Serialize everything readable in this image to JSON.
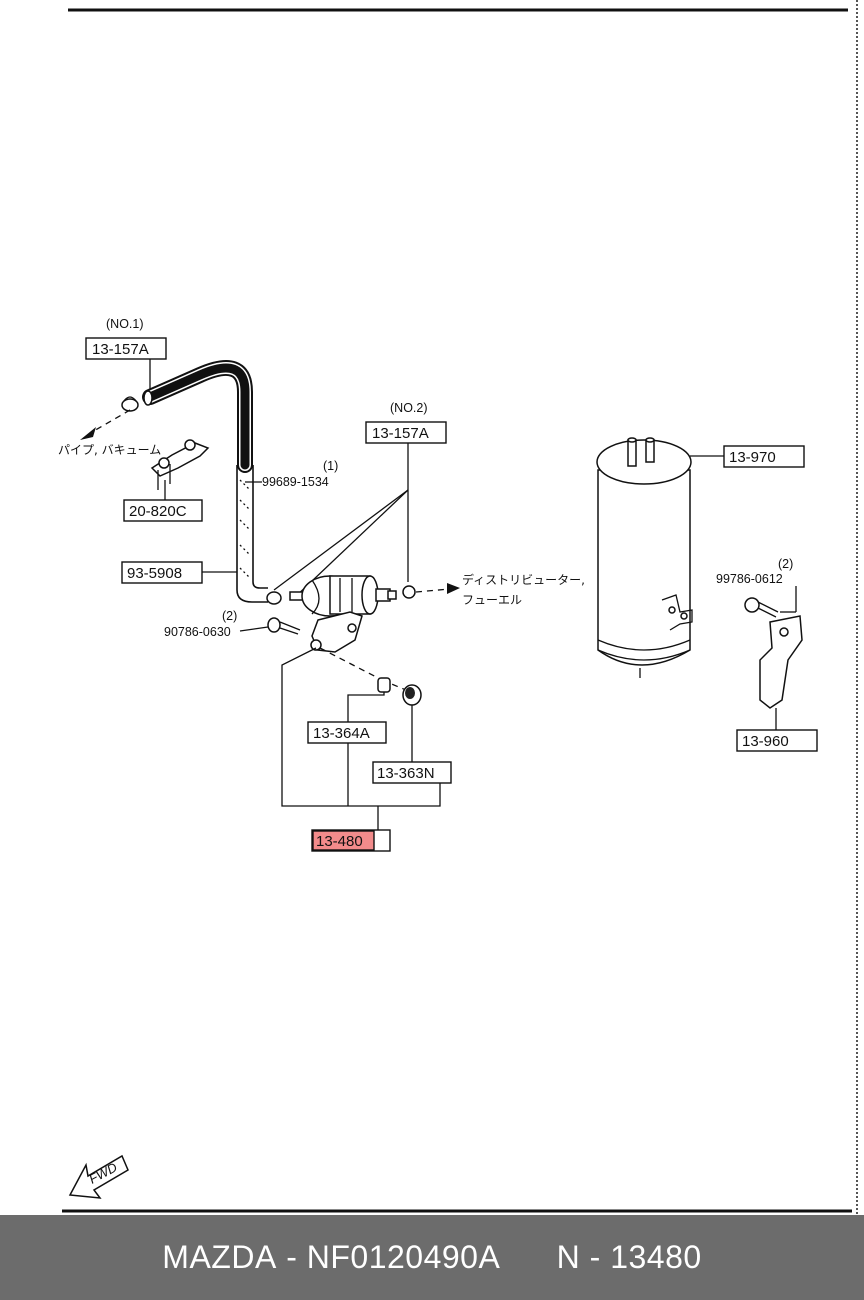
{
  "labels": {
    "no1": "(NO.1)",
    "no2": "(NO.2)",
    "clip1": "13-157A",
    "clip2": "13-157A",
    "bracket": "20-820C",
    "hose_pn": "99689-1534",
    "hose_qty": "(1)",
    "hose_label": "93-5908",
    "bolt1_qty": "(2)",
    "bolt1_pn": "90786-0630",
    "canister": "13-970",
    "bolt2_qty": "(2)",
    "bolt2_pn": "99786-0612",
    "canister_bracket": "13-960",
    "spacer": "13-364A",
    "cushion": "13-363N",
    "filter_highlight": "13-480",
    "jp_vacuum": "パイプ, バキューム",
    "jp_dist1": "ディストリビューター,",
    "jp_dist2": "フューエル",
    "fwd": "FWD"
  },
  "footer": {
    "brand": "MAZDA",
    "part_number": "NF0120490A",
    "ref": "N - 13480"
  },
  "colors": {
    "highlight": "#f28b8b",
    "footer_bg": "#6c6c6c"
  }
}
